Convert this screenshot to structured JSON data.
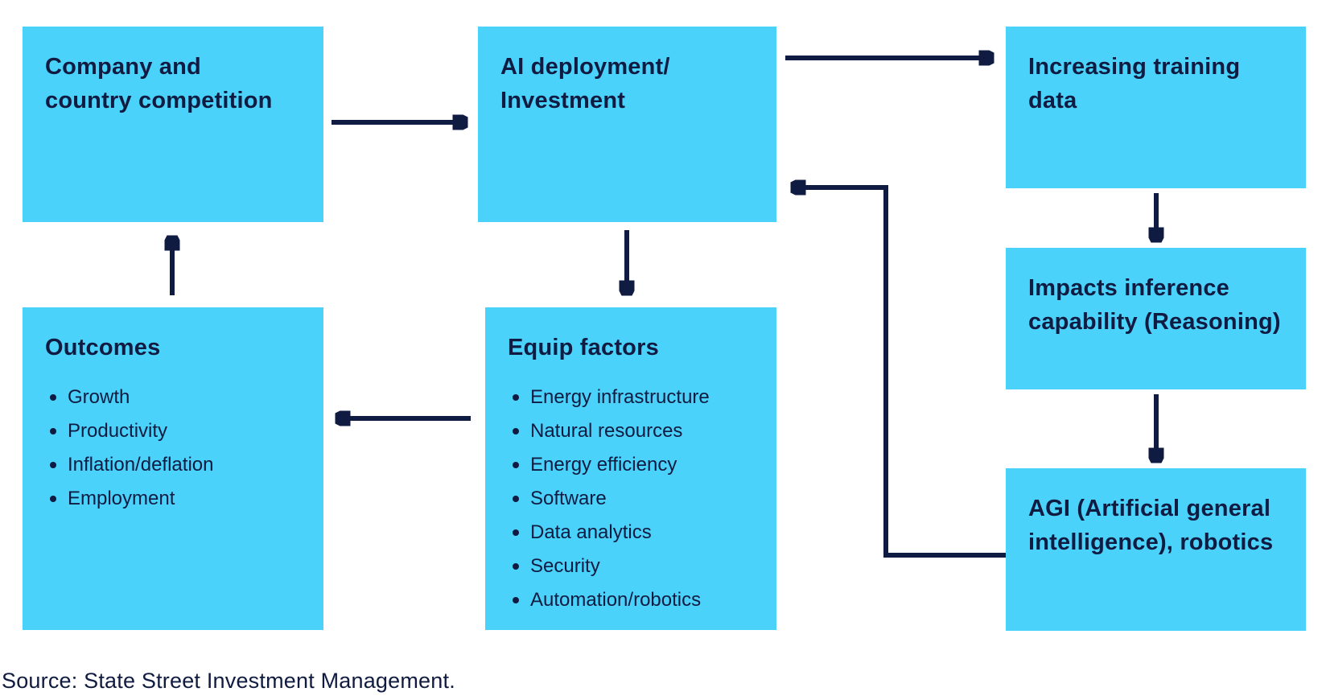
{
  "colors": {
    "box_fill": "#4bd2fa",
    "ink": "#101b41",
    "background": "#ffffff"
  },
  "boxes": {
    "company": {
      "lines": [
        "Company and",
        "country competition"
      ]
    },
    "ai_deployment": {
      "lines": [
        "AI deployment/",
        "Investment"
      ]
    },
    "increasing_training": {
      "lines": [
        "Increasing training data"
      ]
    },
    "impacts_inference": {
      "lines": [
        "Impacts inference",
        "capability (Reasoning)"
      ]
    },
    "agi": {
      "lines": [
        "AGI (Artificial general",
        "intelligence), robotics"
      ]
    },
    "equip_factors": {
      "title": "Equip factors",
      "items": [
        "Energy infrastructure",
        "Natural resources",
        "Energy efficiency",
        "Software",
        "Data analytics",
        "Security",
        "Automation/robotics"
      ]
    },
    "outcomes": {
      "title": "Outcomes",
      "items": [
        "Growth",
        "Productivity",
        "Inflation/deflation",
        "Employment"
      ]
    }
  },
  "edges": [
    {
      "from": "company",
      "to": "ai_deployment"
    },
    {
      "from": "ai_deployment",
      "to": "increasing_training"
    },
    {
      "from": "increasing_training",
      "to": "impacts_inference"
    },
    {
      "from": "impacts_inference",
      "to": "agi"
    },
    {
      "from": "agi",
      "to": "ai_deployment"
    },
    {
      "from": "ai_deployment",
      "to": "equip_factors"
    },
    {
      "from": "equip_factors",
      "to": "outcomes"
    },
    {
      "from": "outcomes",
      "to": "company"
    }
  ],
  "source_note": "Source: State Street Investment Management."
}
